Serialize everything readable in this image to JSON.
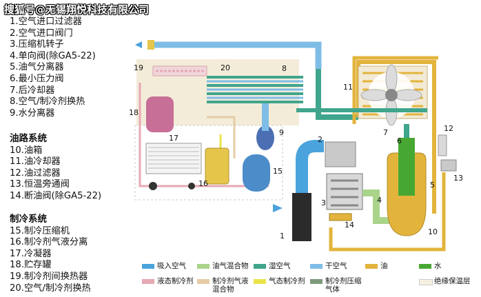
{
  "watermark": "搜狐号@无锡翔悦科技有限公司",
  "air_section": {
    "items": [
      "1.空气进口过滤器",
      "2.空气进口阀门",
      "3.压缩机转子",
      "4.单向阀(除GA5-22)",
      "5.油气分离器",
      "6.最小压力阀",
      "7.后冷却器",
      "8.空气/制冷剂换热",
      "9.水分离器"
    ]
  },
  "oil_section": {
    "title": "油路系统",
    "items": [
      "10.油箱",
      "11.油冷却器",
      "12.油过滤器",
      "13.恒温旁通阀",
      "14.断油阀(除GA5-22)"
    ]
  },
  "ref_section": {
    "title": "制冷系统",
    "items": [
      "15.制冷压缩机",
      "16.制冷剂气液分离",
      "17.冷凝器",
      "18.贮存罐",
      "19.制冷剂间换热器",
      "20.空气/制冷剂换热"
    ]
  },
  "callouts": [
    "1",
    "2",
    "3",
    "4",
    "5",
    "6",
    "7",
    "8",
    "9",
    "10",
    "11",
    "12",
    "13",
    "14",
    "15",
    "16",
    "17",
    "18",
    "19",
    "20"
  ],
  "legend": [
    {
      "label": "吸入空气",
      "color": "#4aa3dc"
    },
    {
      "label": "油气混合物",
      "color": "#a9d48a"
    },
    {
      "label": "湿空气",
      "color": "#3fa58c"
    },
    {
      "label": "干空气",
      "color": "#7fbde6"
    },
    {
      "label": "油",
      "color": "#e2b43c"
    },
    {
      "label": "水",
      "color": "#46a832"
    },
    {
      "label": "液态制冷剂",
      "color": "#e7a8b4"
    },
    {
      "label": "制冷剂气液混合物",
      "color": "#e6cca5"
    },
    {
      "label": "气态制冷剂",
      "color": "#e9e34a"
    },
    {
      "label": "制冷剂压缩气体",
      "color": "#7d9a7a"
    },
    {
      "label": "绝缘保温层",
      "color": "#f6f0e2"
    }
  ]
}
